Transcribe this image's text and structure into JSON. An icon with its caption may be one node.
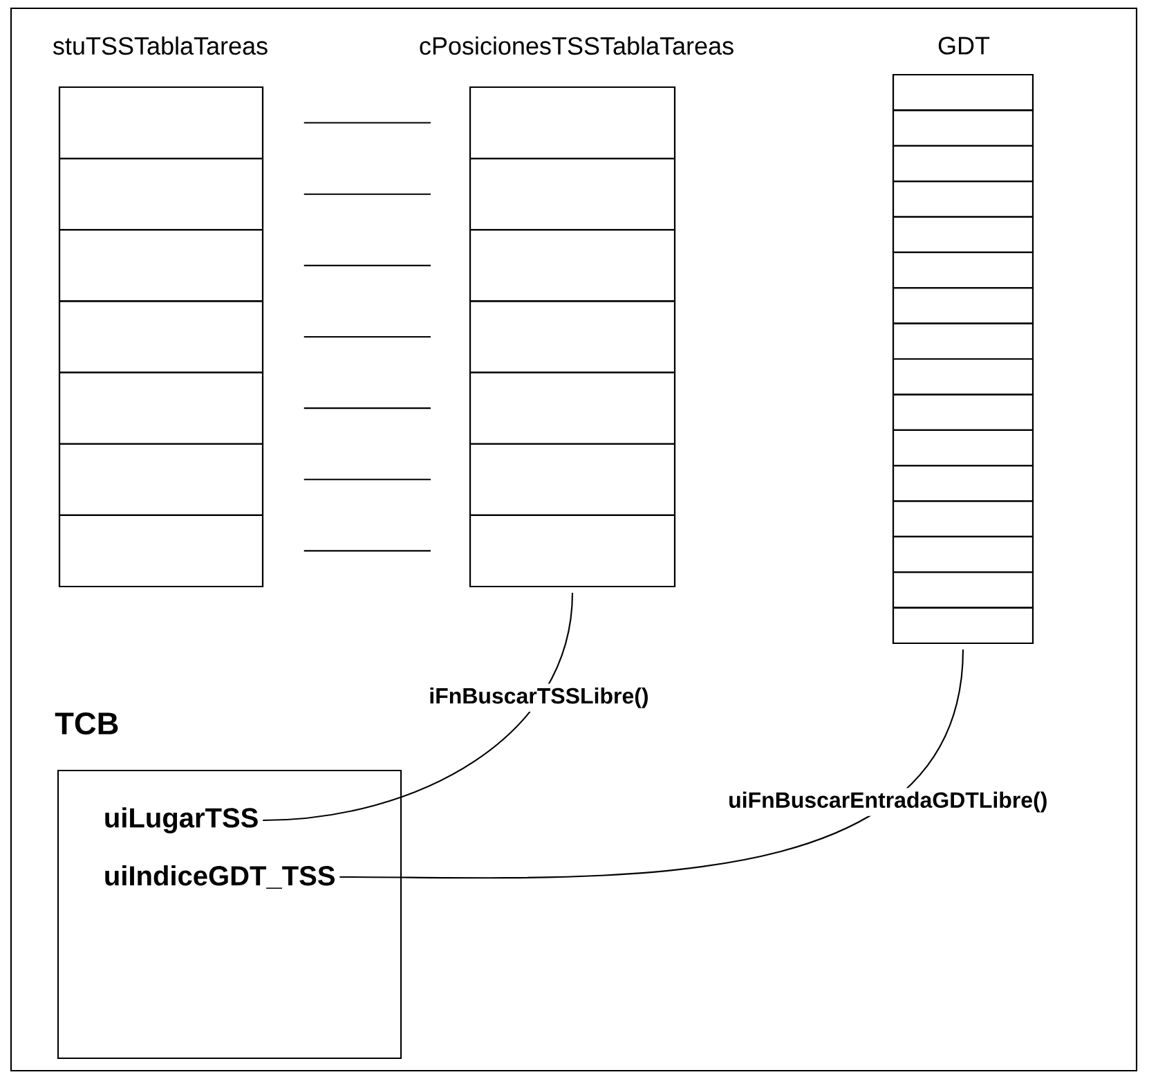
{
  "diagram": {
    "nodes": [
      {
        "text": [
          "stuTSSTablaTareas"
        ]
      },
      {
        "text": [],
        "shape": "box",
        "in": 0
      },
      {
        "text": [],
        "shape": "box",
        "in": 0
      },
      {
        "text": [],
        "shape": "box",
        "in": 0
      },
      {
        "text": [],
        "shape": "box",
        "in": 0
      },
      {
        "text": [],
        "shape": "box",
        "in": 0
      },
      {
        "text": [],
        "shape": "box",
        "in": 0
      },
      {
        "text": [],
        "shape": "box",
        "in": 0
      },
      {
        "text": [
          "cPosicionesTSSTablaTareas"
        ]
      },
      {
        "text": [],
        "shape": "box",
        "in": 8
      },
      {
        "text": [],
        "shape": "box",
        "in": 8
      },
      {
        "text": [],
        "shape": "box",
        "in": 8
      },
      {
        "text": [],
        "shape": "box",
        "in": 8
      },
      {
        "text": [],
        "shape": "box",
        "in": 8
      },
      {
        "text": [],
        "shape": "box",
        "in": 8
      },
      {
        "text": [],
        "shape": "box",
        "in": 8
      },
      {
        "text": [
          "GDT"
        ]
      },
      {
        "text": [],
        "shape": "box",
        "in": 16
      },
      {
        "text": [],
        "shape": "box",
        "in": 16
      },
      {
        "text": [],
        "shape": "box",
        "in": 16
      },
      {
        "text": [],
        "shape": "box",
        "in": 16
      },
      {
        "text": [],
        "shape": "box",
        "in": 16
      },
      {
        "text": [],
        "shape": "box",
        "in": 16
      },
      {
        "text": [],
        "shape": "box",
        "in": 16
      },
      {
        "text": [],
        "shape": "box",
        "in": 16
      },
      {
        "text": [],
        "shape": "box",
        "in": 16
      },
      {
        "text": [],
        "shape": "box",
        "in": 16
      },
      {
        "text": [],
        "shape": "box",
        "in": 16
      },
      {
        "text": [],
        "shape": "box",
        "in": 16
      },
      {
        "text": [],
        "shape": "box",
        "in": 16
      },
      {
        "text": [],
        "shape": "box",
        "in": 16
      },
      {
        "text": [],
        "shape": "box",
        "in": 16
      },
      {
        "text": [],
        "shape": "box",
        "in": 16
      },
      {
        "text": [
          "TCB"
        ]
      },
      {
        "text": [
          "uiLugarTSS"
        ],
        "in": 33
      },
      {
        "text": [
          "uiIndiceGDT_TSS"
        ],
        "in": 33
      }
    ],
    "edges": [
      {
        "from": 1,
        "to": 9,
        "arrow": "none"
      },
      {
        "from": 2,
        "to": 10,
        "arrow": "none"
      },
      {
        "from": 3,
        "to": 11,
        "arrow": "none"
      },
      {
        "from": 4,
        "to": 12,
        "arrow": "none"
      },
      {
        "from": 5,
        "to": 13,
        "arrow": "none"
      },
      {
        "from": 6,
        "to": 14,
        "arrow": "none"
      },
      {
        "from": 7,
        "to": 15,
        "arrow": "none"
      },
      {
        "from": 34,
        "to": 8,
        "arrow": "none",
        "label": "iFnBuscarTSSLibre()"
      },
      {
        "from": 35,
        "to": 16,
        "arrow": "none",
        "label": "uiFnBuscarEntradaGDTLibre()"
      }
    ]
  }
}
